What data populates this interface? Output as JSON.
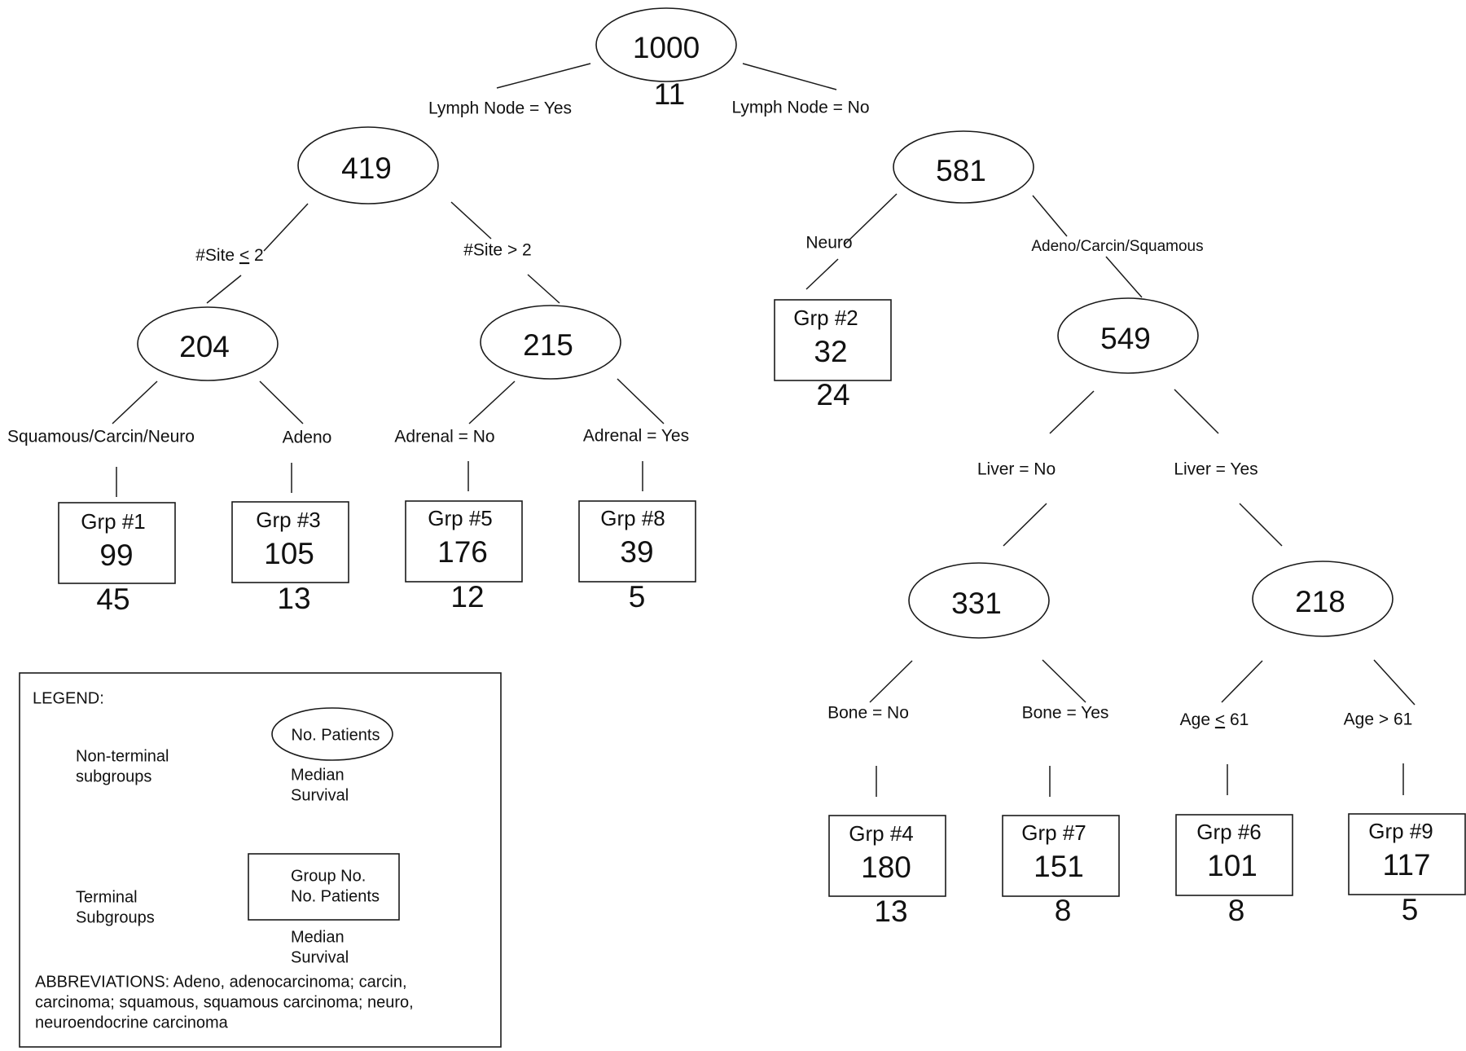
{
  "nodes": {
    "root": {
      "patients": "1000",
      "median": "11"
    },
    "ln_yes": {
      "patients": "419"
    },
    "ln_no": {
      "patients": "581"
    },
    "site_le2": {
      "patients": "204"
    },
    "site_gt2": {
      "patients": "215"
    },
    "adeno_etc": {
      "patients": "549"
    },
    "liver_no": {
      "patients": "331"
    },
    "liver_yes": {
      "patients": "218"
    }
  },
  "groups": {
    "g1": {
      "label": "Grp #1",
      "patients": "99",
      "median": "45"
    },
    "g2": {
      "label": "Grp #2",
      "patients": "32",
      "median": "24"
    },
    "g3": {
      "label": "Grp #3",
      "patients": "105",
      "median": "13"
    },
    "g4": {
      "label": "Grp #4",
      "patients": "180",
      "median": "13"
    },
    "g5": {
      "label": "Grp #5",
      "patients": "176",
      "median": "12"
    },
    "g6": {
      "label": "Grp #6",
      "patients": "101",
      "median": "8"
    },
    "g7": {
      "label": "Grp #7",
      "patients": "151",
      "median": "8"
    },
    "g8": {
      "label": "Grp #8",
      "patients": "39",
      "median": "5"
    },
    "g9": {
      "label": "Grp #9",
      "patients": "117",
      "median": "5"
    }
  },
  "splits": {
    "lymph_yes": "Lymph Node = Yes",
    "lymph_no": "Lymph Node = No",
    "site_le_prefix": "#Site ",
    "site_le_symbol": "<",
    "site_le_suffix": " 2",
    "site_gt": "#Site > 2",
    "neuro": "Neuro",
    "adeno_carcin_squamous": "Adeno/Carcin/Squamous",
    "squamous_carcin_neuro": "Squamous/Carcin/Neuro",
    "adeno": "Adeno",
    "adrenal_no": "Adrenal = No",
    "adrenal_yes": "Adrenal = Yes",
    "liver_no": "Liver = No",
    "liver_yes": "Liver = Yes",
    "bone_no": "Bone = No",
    "bone_yes": "Bone = Yes",
    "age_le_prefix": "Age ",
    "age_le_symbol": "<",
    "age_le_suffix": " 61",
    "age_gt": "Age > 61"
  },
  "legend": {
    "title": "LEGEND:",
    "nonterminal_line1": "Non-terminal",
    "nonterminal_line2": "subgroups",
    "ellipse_text": "No. Patients",
    "median_line1": "Median",
    "median_line2": "Survival",
    "terminal_line1": "Terminal",
    "terminal_line2": "Subgroups",
    "box_line1": "Group No.",
    "box_line2": "No. Patients",
    "abbrev_line1": "ABBREVIATIONS:  Adeno, adenocarcinoma; carcin,",
    "abbrev_line2": "carcinoma; squamous, squamous carcinoma;  neuro,",
    "abbrev_line3": "neuroendocrine carcinoma"
  }
}
